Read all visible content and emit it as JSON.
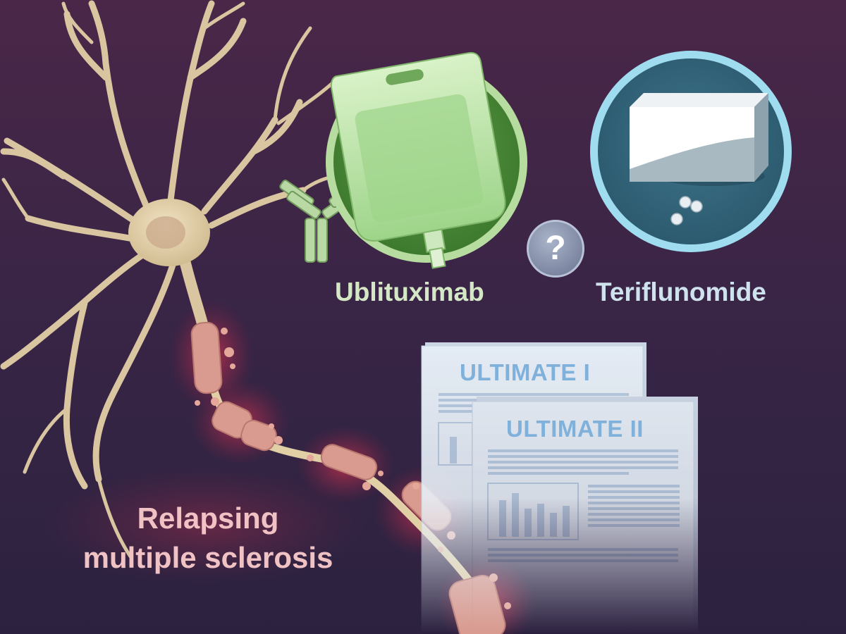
{
  "drugs": [
    {
      "name": "Ublituximab",
      "color": "#4f8f3a"
    },
    {
      "name": "Teriflunomide",
      "color": "#7fd0e8"
    }
  ],
  "comparison_symbol": "?",
  "trials": [
    "ULTIMATE I",
    "ULTIMATE II"
  ],
  "disease": {
    "line1": "Relapsing",
    "line2": "multiple sclerosis"
  },
  "icons": [
    "neuron-icon",
    "antibody-icon",
    "iv-bag-icon",
    "pill-box-icon",
    "tablets-icon",
    "question-icon",
    "trial-report-icon",
    "demyelinated-axon-icon"
  ],
  "colors": {
    "background": "#3a2346",
    "neuron": "#d9c6a0",
    "myelin": "#d99a8f",
    "inflammation": "#c2304e",
    "ublituximab_ring": "#4f8f3a",
    "teriflunomide_ring": "#7fd0e8",
    "document": "#e6eef6"
  }
}
